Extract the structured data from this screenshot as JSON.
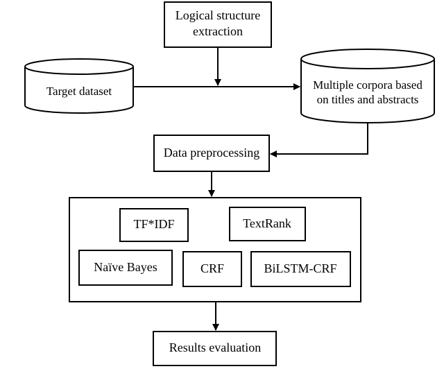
{
  "diagram": {
    "nodes": {
      "logical": {
        "lines": [
          "Logical structure",
          "extraction"
        ]
      },
      "target": {
        "lines": [
          "Target dataset"
        ]
      },
      "corpora": {
        "lines": [
          "Multiple corpora based",
          "on titles and abstracts"
        ]
      },
      "preprocess": {
        "lines": [
          "Data preprocessing"
        ]
      },
      "methods": {
        "tfidf": "TF*IDF",
        "textrank": "TextRank",
        "naive_bayes": "Naïve Bayes",
        "crf": "CRF",
        "bilstm_crf": "BiLSTM-CRF"
      },
      "results": {
        "lines": [
          "Results evaluation"
        ]
      }
    },
    "edges": [
      {
        "from": "logical",
        "to": "target-corpora-line"
      },
      {
        "from": "target",
        "to": "corpora"
      },
      {
        "from": "corpora",
        "to": "preprocess"
      },
      {
        "from": "preprocess",
        "to": "methods"
      },
      {
        "from": "methods",
        "to": "results"
      }
    ]
  }
}
